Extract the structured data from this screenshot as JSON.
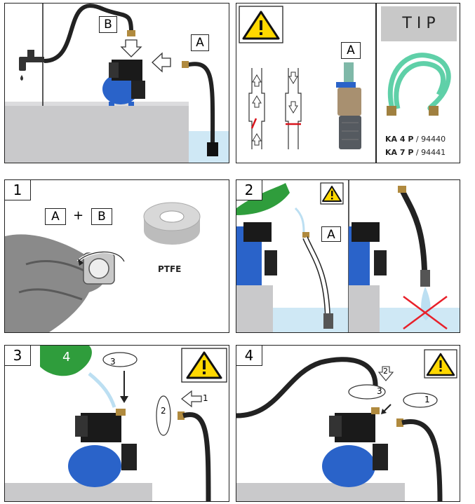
{
  "panel_top_left": {
    "label_a": "A",
    "label_b": "B"
  },
  "panel_top_middle": {
    "label_a": "A"
  },
  "tip": {
    "title": "T I P",
    "items": [
      {
        "model": "KA 4 P",
        "sep": " / ",
        "code": "94440"
      },
      {
        "model": "KA 7 P",
        "sep": " / ",
        "code": "94441"
      }
    ]
  },
  "step1": {
    "number": "1",
    "label_a": "A",
    "plus": "+",
    "label_b": "B",
    "ptfe": "PTFE"
  },
  "step2": {
    "number": "2",
    "label_a": "A"
  },
  "step3": {
    "number": "3",
    "watering_number": "4",
    "arrow_1": "1",
    "circle_2": "2",
    "circle_3": "3"
  },
  "step4": {
    "number": "4",
    "circle_1": "1",
    "arrow_2": "2",
    "circle_3": "3"
  },
  "colors": {
    "pump_blue": "#2a63c9",
    "hose_green": "#5fd0a8",
    "warning_yellow": "#ffd800",
    "watering_green": "#2f9d3c",
    "water_blue": "#bcdff2",
    "wall_gray": "#c9c9cb",
    "cross_red": "#e8202a"
  }
}
